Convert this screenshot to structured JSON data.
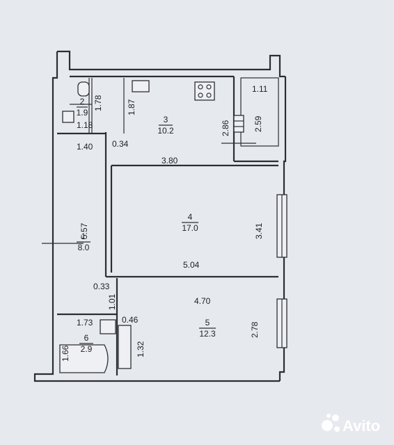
{
  "rooms": [
    {
      "id": "1",
      "area": "8.0"
    },
    {
      "id": "2",
      "area": "1.9"
    },
    {
      "id": "3",
      "area": "10.2"
    },
    {
      "id": "4",
      "area": "17.0"
    },
    {
      "id": "5",
      "area": "12.3"
    },
    {
      "id": "6",
      "area": "2.9"
    }
  ],
  "dimensions": {
    "d_1_78": "1.78",
    "d_1_87": "1.87",
    "d_1_11": "1.11",
    "d_2_86": "2.86",
    "d_2_59": "2.59",
    "d_1_18": "1.18",
    "d_1_40": "1.40",
    "d_0_34": "0.34",
    "d_3_80": "3.80",
    "d_5_57": "5.57",
    "d_3_41": "3.41",
    "d_5_04": "5.04",
    "d_0_33": "0.33",
    "d_1_01": "1.01",
    "d_4_70": "4.70",
    "d_1_73": "1.73",
    "d_0_46": "0.46",
    "d_2_78": "2.78",
    "d_1_66": "1.66",
    "d_1_32": "1.32"
  },
  "watermark": {
    "brand": "Avito"
  },
  "colors": {
    "paper": "#e6e9ee",
    "ink": "#2c2e33",
    "text": "#1d1f24"
  }
}
